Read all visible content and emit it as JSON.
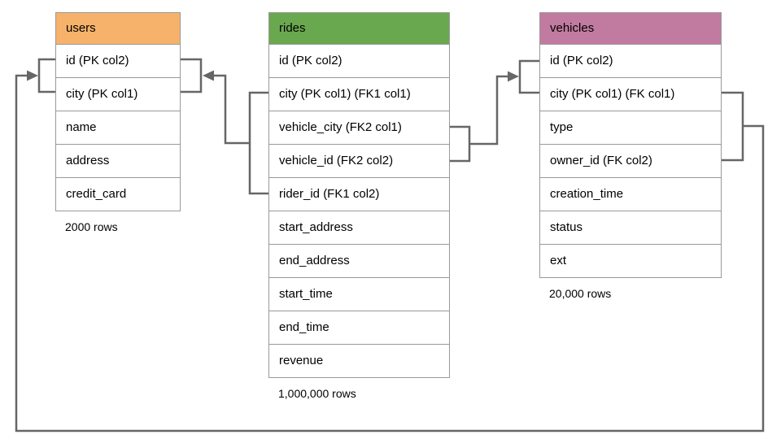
{
  "diagram": {
    "type": "database-schema",
    "colors": {
      "connector": "#666666",
      "table_border": "#999999",
      "users_header": "#F6B26B",
      "rides_header": "#6AA84F",
      "vehicles_header": "#C27BA0"
    },
    "tables": {
      "users": {
        "title": "users",
        "header_color": "#F6B26B",
        "rows": [
          "id (PK col2)",
          "city (PK col1)",
          "name",
          "address",
          "credit_card"
        ],
        "row_count": "2000 rows"
      },
      "rides": {
        "title": "rides",
        "header_color": "#6AA84F",
        "rows": [
          "id (PK col2)",
          "city (PK col1) (FK1 col1)",
          "vehicle_city (FK2 col1)",
          "vehicle_id (FK2 col2)",
          "rider_id (FK1 col2)",
          "start_address",
          "end_address",
          "start_time",
          "end_time",
          "revenue"
        ],
        "row_count": "1,000,000 rows"
      },
      "vehicles": {
        "title": "vehicles",
        "header_color": "#C27BA0",
        "rows": [
          "id (PK col2)",
          "city (PK col1) (FK col1)",
          "type",
          "owner_id (FK col2)",
          "creation_time",
          "status",
          "ext"
        ],
        "row_count": "20,000 rows"
      }
    },
    "relationships": [
      {
        "name": "rides-to-users",
        "from_table": "rides",
        "from_columns": [
          "city",
          "rider_id"
        ],
        "to_table": "users",
        "to_columns": [
          "id",
          "city"
        ],
        "key": "FK1"
      },
      {
        "name": "rides-to-vehicles",
        "from_table": "rides",
        "from_columns": [
          "vehicle_city",
          "vehicle_id"
        ],
        "to_table": "vehicles",
        "to_columns": [
          "id",
          "city"
        ],
        "key": "FK2"
      },
      {
        "name": "vehicles-to-users",
        "from_table": "vehicles",
        "from_columns": [
          "city",
          "owner_id"
        ],
        "to_table": "users",
        "to_columns": [
          "id",
          "city"
        ],
        "key": "FK"
      }
    ]
  }
}
